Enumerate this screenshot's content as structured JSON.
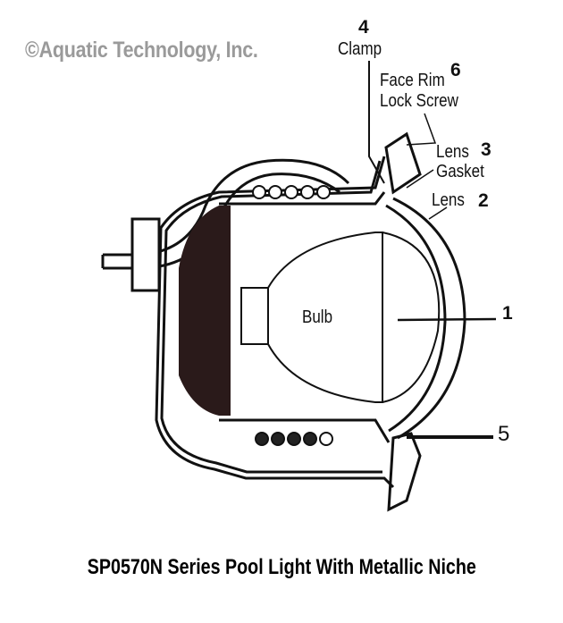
{
  "watermark": "©Aquatic Technology, Inc.",
  "title": "SP0570N Series Pool Light With Metallic Niche",
  "inner_label": "Bulb",
  "callouts": [
    {
      "number": "1",
      "label": ""
    },
    {
      "number": "2",
      "label": "Lens"
    },
    {
      "number": "3",
      "label": "Lens Gasket",
      "line1": "Lens",
      "line2": "Gasket"
    },
    {
      "number": "4",
      "label": "Clamp"
    },
    {
      "number": "5",
      "label": ""
    },
    {
      "number": "6",
      "label": "Face Rim Lock Screw",
      "line1": "Face Rim",
      "line2": "Lock Screw"
    }
  ],
  "colors": {
    "watermark": "#9a9a9a",
    "ink": "#111111",
    "background": "#ffffff"
  }
}
